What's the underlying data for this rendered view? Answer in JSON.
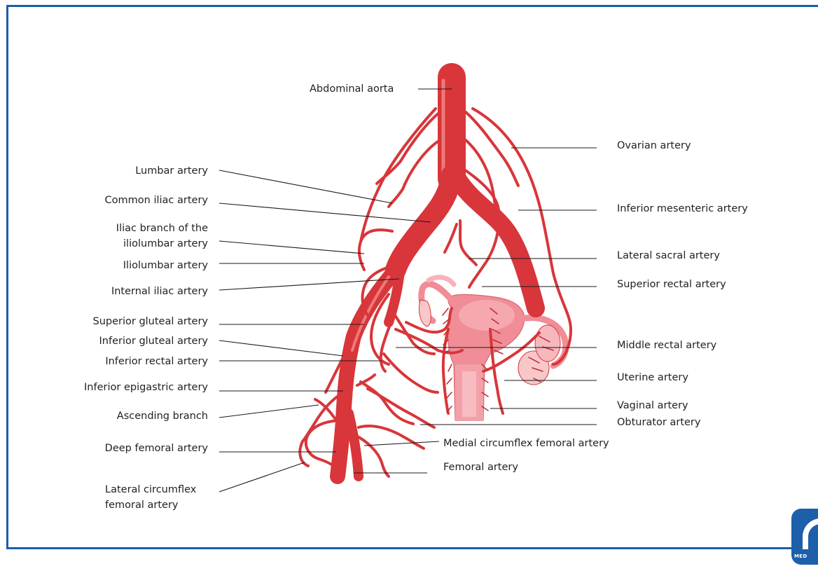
{
  "labels": {
    "abdominal_aorta": "Abdominal aorta",
    "ovarian_artery": "Ovarian artery",
    "lumbar_artery": "Lumbar artery",
    "common_iliac_artery": "Common iliac artery",
    "iliac_branch_line1": "Iliac branch of the",
    "iliac_branch_line2": "iliolumbar artery",
    "iliolumbar_artery": "Iliolumbar artery",
    "internal_iliac_artery": "Internal iliac artery",
    "superior_gluteal_artery": "Superior gluteal artery",
    "inferior_gluteal_artery": "Inferior gluteal artery",
    "inferior_rectal_artery": "Inferior rectal artery",
    "inferior_epigastric_artery": "Inferior epigastric artery",
    "ascending_branch": "Ascending branch",
    "deep_femoral_artery": "Deep femoral artery",
    "lateral_circumflex_line1": "Lateral circumflex",
    "lateral_circumflex_line2": "femoral artery",
    "inferior_mesenteric_artery": "Inferior mesenteric artery",
    "lateral_sacral_artery": "Lateral sacral artery",
    "superior_rectal_artery": "Superior rectal artery",
    "middle_rectal_artery": "Middle rectal artery",
    "uterine_artery": "Uterine artery",
    "vaginal_artery": "Vaginal artery",
    "obturator_artery": "Obturator artery",
    "medial_circumflex_femoral_artery": "Medial circumflex femoral artery",
    "femoral_artery": "Femoral artery"
  },
  "logo": {
    "text": "MED",
    "color": "#1d5fa8"
  },
  "colors": {
    "frame": "#1a5ea7",
    "artery": "#d8363a",
    "artery_dark": "#b71f26",
    "artery_highlight": "#ee7a78",
    "uterus": "#f08d96",
    "uterus_light": "#f6b8bd",
    "ovary": "#f7c7c9"
  }
}
